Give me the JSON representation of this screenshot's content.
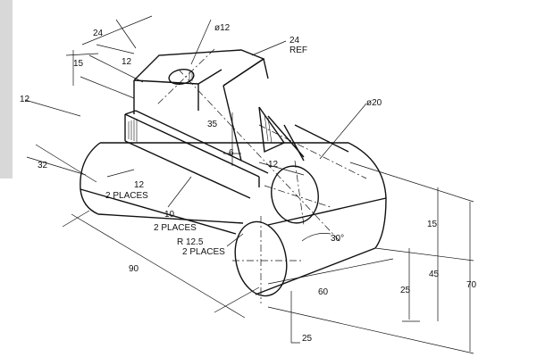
{
  "dimensions": {
    "d_24_top": "24",
    "d_hole_small": "ø12",
    "d_24_ref": "24",
    "d_ref": "REF",
    "d_15_left": "15",
    "d_12_top": "12",
    "d_12_left": "12",
    "d_hole_large": "ø20",
    "d_35": "35",
    "d_6": "6",
    "d_12_slot": "12",
    "d_32": "32",
    "d_12_places": "12",
    "d_2places_a": "2 PLACES",
    "d_10": "10",
    "d_2places_b": "2 PLACES",
    "d_r125": "R 12.5",
    "d_2places_c": "2 PLACES",
    "d_30deg": "30°",
    "d_15_right": "15",
    "d_90": "90",
    "d_60": "60",
    "d_45": "45",
    "d_70": "70",
    "d_25_right": "25",
    "d_25_bottom": "25"
  }
}
